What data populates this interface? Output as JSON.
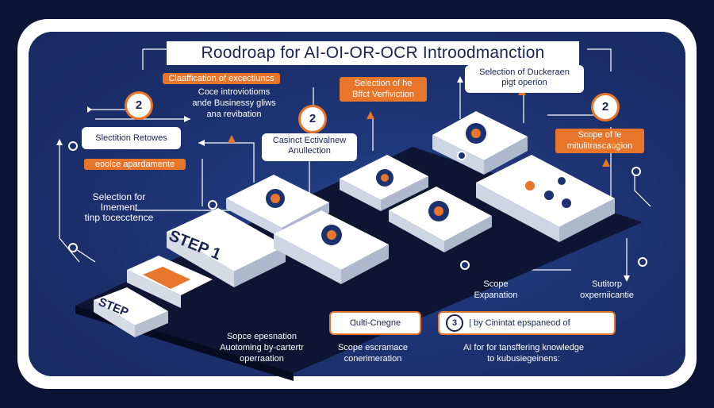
{
  "title": "Roodroap for AI-OI-OR-OCR Introodmanction",
  "labels": {
    "clarification": "Claaffication of excectiuncs",
    "coce": "Coce introviotioms",
    "business": "ande Businessy gliws",
    "revibation": "ana revibation",
    "selection_effect_1": "Selection of he",
    "selection_effect_2": "Bffct Verfiviction",
    "selection_docker_1": "Selection of Duckeraen",
    "selection_docker_2": "pigt operion",
    "scope_multi_1": "Scope of le",
    "scope_multi_2": "mitulitrascaugion",
    "sectition": "Slectition Retowes",
    "eoolce": "eoolce apardamente",
    "selection_implement_1": "Selection for",
    "selection_implement_2": "Imement",
    "selection_implement_3": "tinp tocecctence",
    "casinct_1": "Casinct Ectivalnew",
    "casinct_2": "Anullection",
    "step_big": "STEP 1",
    "step_small": "STEP",
    "scope_expansion_1": "Scope",
    "scope_expansion_2": "Expanation",
    "suitorp_1": "Sutitorp",
    "suitorp_2": "oxperniicantie",
    "multi_engine": "Ɑulti-Cnegne",
    "by_cinintat_num": "3",
    "by_cinintat": "| by Cinintat epspaneod of",
    "sopce_1": "Sopce epesnation",
    "sopce_2": "Auotoming by-cartertr",
    "sopce_3": "operraation",
    "scope_escramace_1": "Scope escramace",
    "scope_escramace_2": "conerimeration",
    "ai_transfer_1": "AI for for tansffering knowledge",
    "ai_transfer_2": "to kubusiegeinens:"
  },
  "badges": [
    "2",
    "2",
    "2"
  ],
  "colors": {
    "accent": "#e8762a",
    "panel": "#1c3270",
    "frame": "#ffffff",
    "background": "#0b1434"
  }
}
